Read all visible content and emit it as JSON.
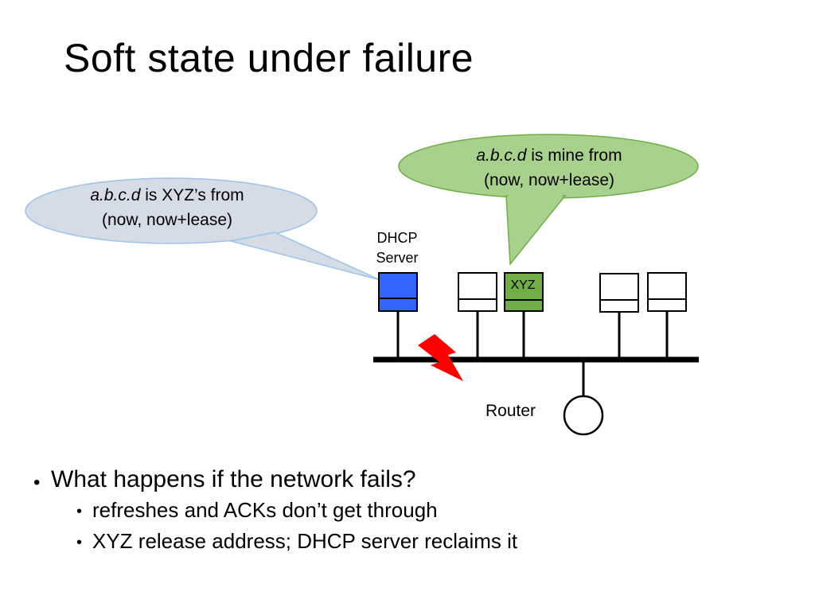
{
  "slide": {
    "title": "Soft state under failure"
  },
  "callouts": {
    "left": {
      "line1_var": "a.b.c.d",
      "line1_rest": " is XYZ’s from",
      "line2": "(now, now+lease)",
      "fill": "#d6dce5",
      "stroke": "#9dc3e6"
    },
    "right": {
      "line1_var": "a.b.c.d",
      "line1_rest": " is mine from",
      "line2": "(now, now+lease)",
      "fill": "#a9d18e",
      "stroke": "#70ad47"
    }
  },
  "diagram": {
    "dhcp_label_line1": "DHCP",
    "dhcp_label_line2": "Server",
    "xyz_label": "XYZ",
    "router_label": "Router",
    "colors": {
      "dhcp_server": "#3366ff",
      "xyz_host": "#70ad47",
      "failure_bolt": "#ff0000",
      "bus": "#000000"
    },
    "icons": [
      "lightning-bolt-icon"
    ]
  },
  "bullets": [
    {
      "text": "What happens if the network fails?",
      "children": [
        {
          "text": "refreshes and ACKs don’t get through"
        },
        {
          "text": "XYZ release address; DHCP server reclaims it"
        }
      ]
    }
  ]
}
